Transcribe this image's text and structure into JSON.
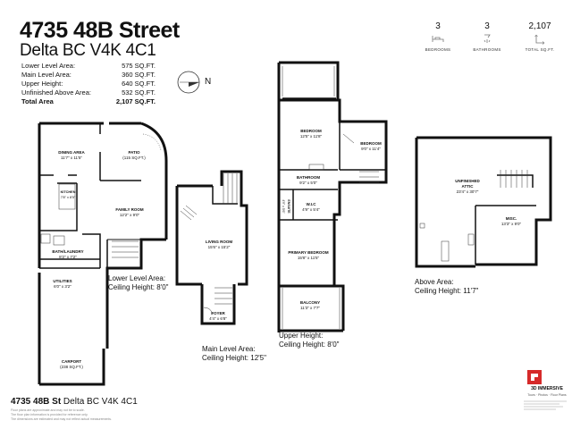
{
  "header": {
    "street": "4735 48B Street",
    "city_line": "Delta BC V4K 4C1"
  },
  "areas": [
    {
      "label": "Lower Level Area:",
      "value": "575 SQ.FT."
    },
    {
      "label": "Main Level Area:",
      "value": "360 SQ.FT."
    },
    {
      "label": "Upper Height:",
      "value": "640 SQ.FT."
    },
    {
      "label": "Unfinished Above Area:",
      "value": "532 SQ.FT."
    },
    {
      "label": "Total Area",
      "value": "2,107 SQ.FT."
    }
  ],
  "stats": [
    {
      "value": "3",
      "label": "BEDROOMS",
      "icon": "bed-icon"
    },
    {
      "value": "3",
      "label": "BATHROOMS",
      "icon": "bath-icon"
    },
    {
      "value": "2,107",
      "label": "TOTAL SQ.FT.",
      "icon": "square-footage-icon"
    }
  ],
  "compass": {
    "label": "N"
  },
  "rooms": {
    "dining": {
      "name": "DINING AREA",
      "dim": "11'7\" x 11'5\""
    },
    "patio": {
      "name": "PATIO",
      "dim": "(115 SQ.FT.)"
    },
    "family": {
      "name": "FAMILY ROOM",
      "dim": "12'2\" x 9'0\""
    },
    "kitchen": {
      "name": "KITCHEN",
      "dim": "7'8\" x 8'5\""
    },
    "bath_laundry": {
      "name": "BATH/LAUNDRY",
      "dim": "8'2\" x 7'2\""
    },
    "utilities": {
      "name": "UTILITIES",
      "dim": "6'0\" x 3'2\""
    },
    "carport": {
      "name": "CARPORT",
      "dim": "(238 SQ.FT.)"
    },
    "living": {
      "name": "LIVING ROOM",
      "dim": "15'6\" x 15'2\""
    },
    "foyer": {
      "name": "FOYER",
      "dim": "4'4\" x 6'8\""
    },
    "bedroom1": {
      "name": "BEDROOM",
      "dim": "12'5\" x 11'8\""
    },
    "bedroom2": {
      "name": "BEDROOM",
      "dim": "9'0\" x 11'4\""
    },
    "bathroom": {
      "name": "BATHROOM",
      "dim": "9'2\" x 5'0\""
    },
    "ensuite": {
      "name": "ENSUITE",
      "dim": "4'9\" x 5'6\""
    },
    "wic": {
      "name": "W.I.C",
      "dim": "4'9\" x 5'4\""
    },
    "primary": {
      "name": "PRIMARY BEDROOM",
      "dim": "15'8\" x 11'5\""
    },
    "balcony": {
      "name": "BALCONY",
      "dim": "11'3\" x 7'7\""
    },
    "unfinished": {
      "name": "UNFINISHED",
      "name2": "ATTIC",
      "dim": "23'4\" x 30'7\""
    },
    "misc": {
      "name": "MISC.",
      "dim": "13'3\" x 9'0\""
    }
  },
  "levels": {
    "lower": {
      "line1": "Lower Level Area:",
      "line2": "Ceiling Height: 8'0\""
    },
    "main": {
      "line1": "Main Level Area:",
      "line2": "Ceiling Height: 12'5\""
    },
    "upper": {
      "line1": "Upper Height:",
      "line2": "Ceiling Height: 8'0\""
    },
    "above": {
      "line1": "Above Area:",
      "line2": "Ceiling Height: 11'7\""
    }
  },
  "footer": {
    "address_bold": "4735 48B St",
    "address_rest": " Delta BC V4K 4C1",
    "disclaimer": [
      "Floor plans are approximate and may not be to scale.",
      "The floor plan information is provided for reference only.",
      "The dimensions are estimated and may not reflect actual measurements."
    ]
  },
  "brand": {
    "name": "3D IMMERSIVE",
    "tagline": "Tours · Photos · Floor Plans",
    "color": "#d62a2a"
  }
}
